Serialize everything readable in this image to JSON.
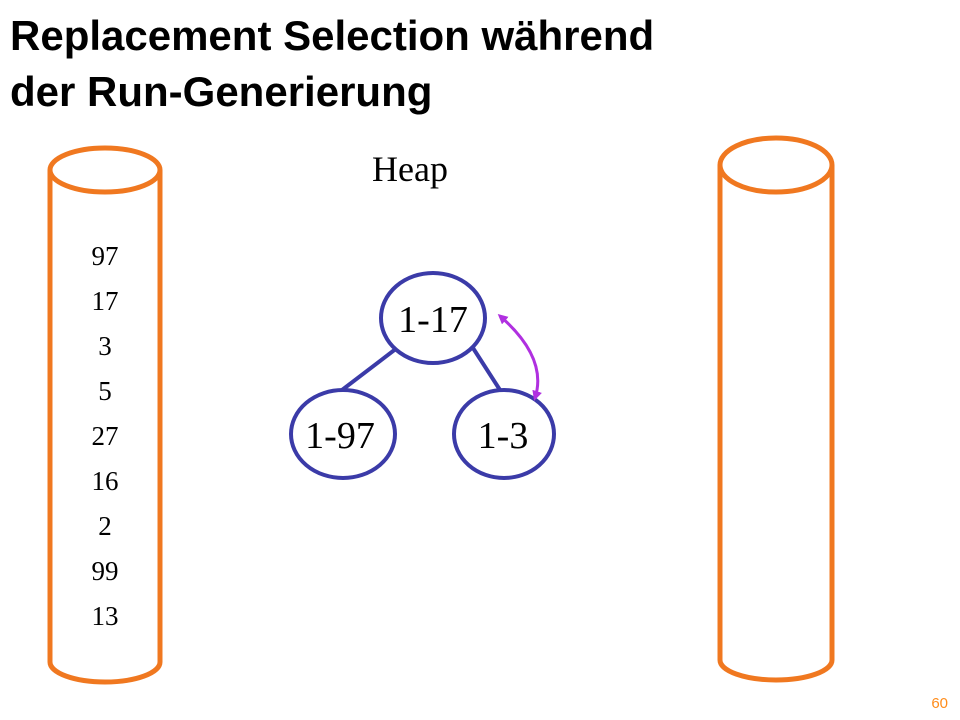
{
  "title": {
    "line1": "Replacement Selection während",
    "line2": "der Run-Generierung"
  },
  "heap_label": "Heap",
  "input_values": [
    "97",
    "17",
    "3",
    "5",
    "27",
    "16",
    "2",
    "99",
    "13"
  ],
  "heap_nodes": {
    "root": "1-17",
    "left": "1-97",
    "right": "1-3"
  },
  "page_number": "60",
  "colors": {
    "cylinder": "#f07820",
    "node": "#3b3ba8",
    "swap_arrow": "#b030e0"
  },
  "icons": {
    "swap_arrow": "double-arrow-icon"
  }
}
